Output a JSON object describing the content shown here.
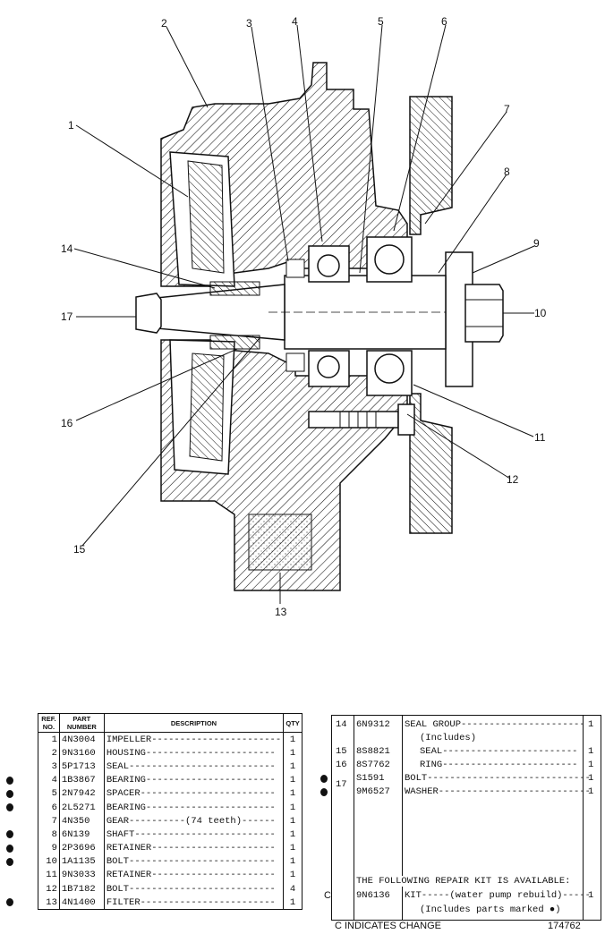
{
  "callouts": {
    "c1": "1",
    "c2": "2",
    "c3": "3",
    "c4": "4",
    "c5": "5",
    "c6": "6",
    "c7": "7",
    "c8": "8",
    "c9": "9",
    "c10": "10",
    "c11": "11",
    "c12": "12",
    "c13": "13",
    "c14": "14",
    "c15": "15",
    "c16": "16",
    "c17": "17"
  },
  "parts_table": {
    "headers": {
      "ref": "REF. NO.",
      "part": "PART NUMBER",
      "desc": "DESCRIPTION",
      "qty": "QTY"
    },
    "rows": [
      {
        "marked": false,
        "ref": "1",
        "part": "4N3004",
        "desc": "IMPELLER-----------------------",
        "qty": "1"
      },
      {
        "marked": false,
        "ref": "2",
        "part": "9N3160",
        "desc": "HOUSING-----------------------",
        "qty": "1"
      },
      {
        "marked": false,
        "ref": "3",
        "part": "5P1713",
        "desc": "SEAL--------------------------",
        "qty": "1"
      },
      {
        "marked": true,
        "ref": "4",
        "part": "1B3867",
        "desc": "BEARING-----------------------",
        "qty": "1"
      },
      {
        "marked": true,
        "ref": "5",
        "part": "2N7942",
        "desc": "SPACER------------------------",
        "qty": "1"
      },
      {
        "marked": true,
        "ref": "6",
        "part": "2L5271",
        "desc": "BEARING-----------------------",
        "qty": "1"
      },
      {
        "marked": false,
        "ref": "7",
        "part": "4N350",
        "desc": "GEAR----------(74 teeth)------",
        "qty": "1"
      },
      {
        "marked": true,
        "ref": "8",
        "part": "6N139",
        "desc": "SHAFT-------------------------",
        "qty": "1"
      },
      {
        "marked": true,
        "ref": "9",
        "part": "2P3696",
        "desc": "RETAINER----------------------",
        "qty": "1"
      },
      {
        "marked": true,
        "ref": "10",
        "part": "1A1135",
        "desc": "BOLT--------------------------",
        "qty": "1"
      },
      {
        "marked": false,
        "ref": "11",
        "part": "9N3033",
        "desc": "RETAINER----------------------",
        "qty": "1"
      },
      {
        "marked": false,
        "ref": "12",
        "part": "1B7182",
        "desc": "BOLT--------------------------",
        "qty": "4"
      },
      {
        "marked": true,
        "ref": "13",
        "part": "4N1400",
        "desc": "FILTER------------------------",
        "qty": "1"
      }
    ]
  },
  "right_table": {
    "r14": {
      "ref": "14",
      "part": "6N9312",
      "desc": "SEAL GROUP----------------------",
      "qty": "1"
    },
    "r14_sub": "(Includes)",
    "r15": {
      "ref": "15",
      "part": "8S8821",
      "desc": "SEAL------------------------",
      "qty": "1"
    },
    "r16": {
      "ref": "16",
      "part": "8S7762",
      "desc": "RING------------------------",
      "qty": "1"
    },
    "r17": "17",
    "r17a": {
      "part": "S1591",
      "desc": "BOLT-----------------------------",
      "qty": "1"
    },
    "r17b": {
      "part": "9M6527",
      "desc": "WASHER---------------------------",
      "qty": "1"
    },
    "kit_note": "THE FOLLOWING REPAIR KIT IS AVAILABLE:",
    "kit": {
      "change": "C",
      "part": "9N6136",
      "desc": "KIT-----(water pump rebuild)-----",
      "qty": "1"
    },
    "kit_sub": "(Includes parts marked ●)"
  },
  "footer": {
    "change_note": "C INDICATES CHANGE",
    "drawing_number": "174762"
  }
}
